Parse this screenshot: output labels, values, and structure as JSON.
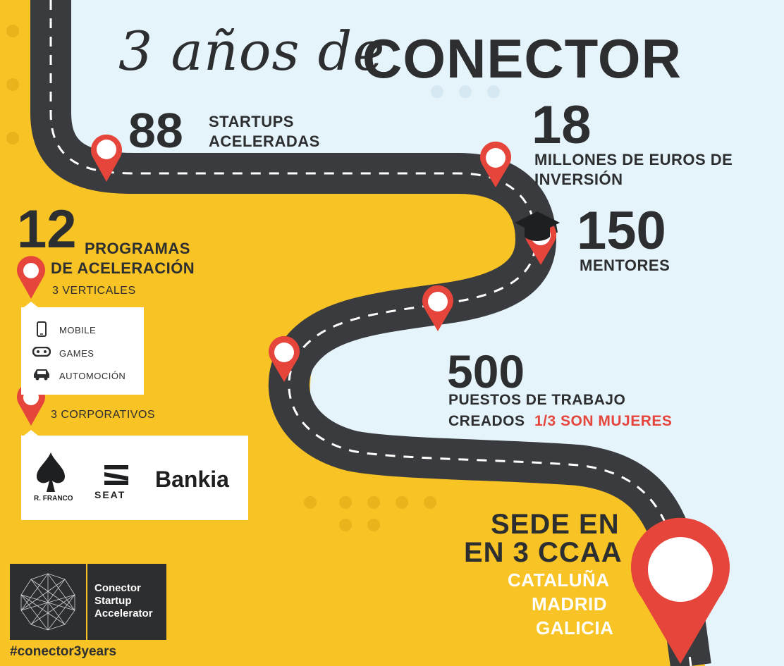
{
  "title": {
    "script": "3 años de",
    "main": "CONECTOR"
  },
  "startups": {
    "number": "88",
    "line1": "STARTUPS",
    "line2": "ACELERADAS"
  },
  "investment": {
    "number": "18",
    "line1": "MILLONES DE EUROS DE",
    "line2": "INVERSIÓN"
  },
  "mentors": {
    "number": "150",
    "label": "MENTORES"
  },
  "programs": {
    "number": "12",
    "line1": "PROGRAMAS",
    "line2": "DE ACELERACIÓN",
    "verticals_title": "3 VERTICALES",
    "verticals": [
      {
        "label": "MOBILE",
        "icon": "mobile-phone-icon"
      },
      {
        "label": "GAMES",
        "icon": "gamepad-icon"
      },
      {
        "label": "AUTOMOCIÓN",
        "icon": "car-icon"
      }
    ],
    "corporates_title": "3 CORPORATIVOS",
    "corporates": [
      "R. FRANCO",
      "SEAT",
      "Bankia"
    ]
  },
  "jobs": {
    "number": "500",
    "line1": "PUESTOS DE TRABAJO",
    "line2": "CREADOS",
    "highlight": "1/3 SON MUJERES"
  },
  "locations": {
    "line1": "SEDE EN",
    "line2": "EN 3 CCAA",
    "regions": [
      "CATALUÑA",
      "MADRID",
      "GALICIA"
    ]
  },
  "brand": {
    "line1": "Conector",
    "line2": "Startup",
    "line3": "Accelerator",
    "hashtag": "#conector3years"
  },
  "colors": {
    "yellow": "#f7c325",
    "light_blue": "#e5f3fa",
    "road": "#3a3b3e",
    "pin_red": "#e5453b",
    "text_dark": "#2d2e30"
  }
}
